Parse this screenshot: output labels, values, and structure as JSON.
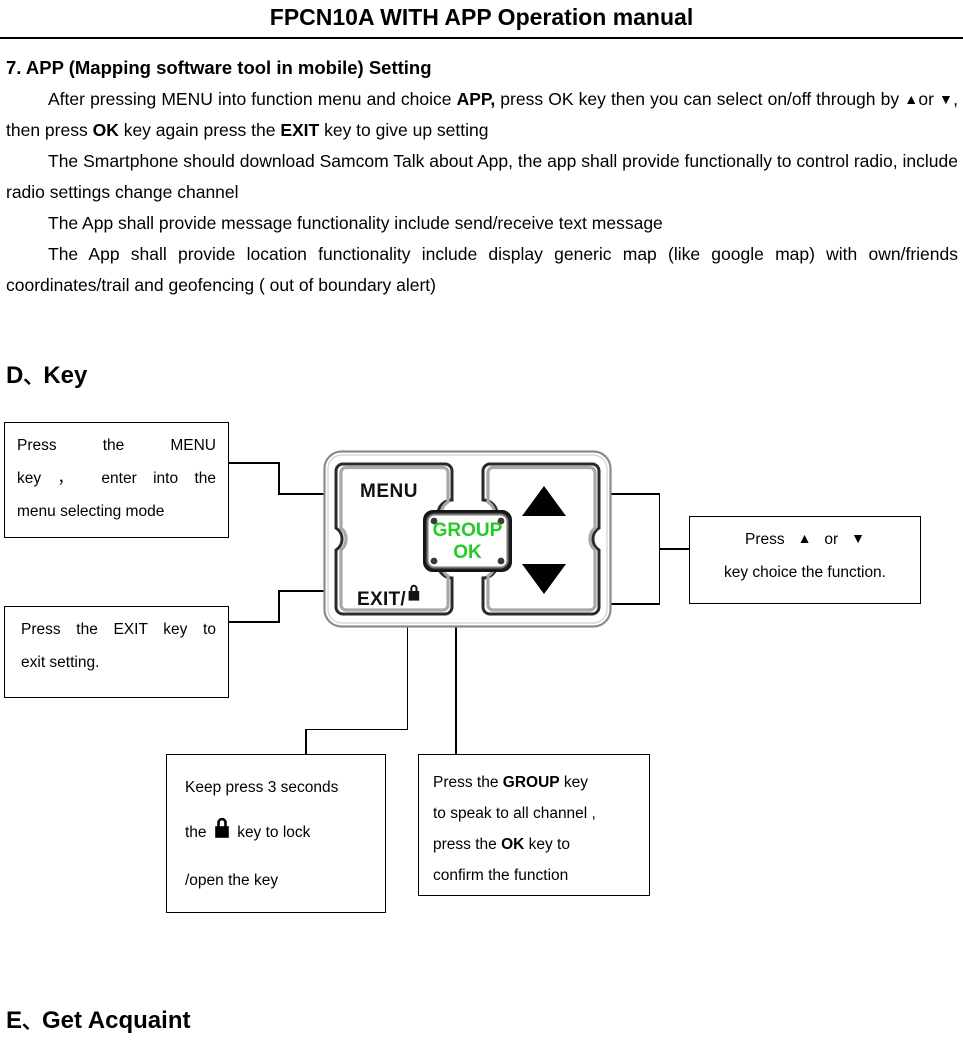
{
  "document": {
    "header_title": "FPCN10A WITH APP Operation manual"
  },
  "section7": {
    "title": "7. APP (Mapping software tool in mobile) Setting",
    "para1_a": "After pressing MENU into function menu and choice ",
    "para1_b": "APP,",
    "para1_c": " press OK key then you can select on/off through by ",
    "para1_d": "▲",
    "para1_e": "or ",
    "para1_f": "▼",
    "para1_g": ",    then press ",
    "para1_h": "OK",
    "para1_i": " key again press the ",
    "para1_j": "EXIT",
    "para1_k": " key to give up setting",
    "para2": "The Smartphone should download Samcom Talk about App, the app shall provide functionally to control radio, include radio settings change channel",
    "para3": "The App shall provide message functionality include send/receive text message",
    "para4": "The App shall provide location functionality include display generic map (like google map) with own/friends coordinates/trail and geofencing ( out of boundary alert)"
  },
  "section_d": {
    "label": "D",
    "dot": "、",
    "title": "Key"
  },
  "section_e": {
    "label": "E",
    "dot": "、",
    "title": "Get Acquaint"
  },
  "keypad": {
    "menu_label": "MENU",
    "exit_label": "EXIT/",
    "exit_lock_icon": "lock-icon",
    "group_label": "GROUP",
    "ok_label": "OK",
    "up_icon": "triangle-up-icon",
    "down_icon": "triangle-down-icon",
    "group_text_color": "#22cc22",
    "body_fill": "#ffffff",
    "outline_color": "#1a1a1a",
    "shade_color": "#9a9a9a"
  },
  "callouts": {
    "menu_box": {
      "line1": "Press      the      MENU",
      "line2": "key ，  enter  into  the",
      "line3": "menu selecting mode"
    },
    "exit_box": {
      "line1": "Press  the  EXIT  key  to",
      "line2": "exit setting."
    },
    "arrows_box": {
      "line1_a": "Press",
      "line1_up": "▲",
      "line1_or": "or",
      "line1_down": "▼",
      "line2": "key choice the function."
    },
    "lock_box": {
      "line1": "Keep press 3 seconds",
      "line2_a": "the",
      "line2_icon": "lock-icon",
      "line2_b": "key   to   lock",
      "line3": "/open the key"
    },
    "group_box": {
      "line1_a": "Press  the  ",
      "line1_b": "GROUP",
      "line1_c": "  key",
      "line2": "to speak to all channel ,",
      "line3_a": "press   the   ",
      "line3_b": "OK",
      "line3_c": "   key   to",
      "line4": "confirm the function"
    }
  }
}
